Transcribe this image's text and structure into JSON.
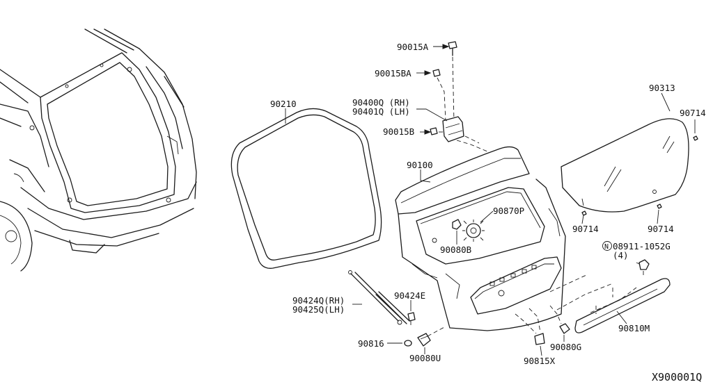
{
  "diagram_id": "X900001Q",
  "callouts": {
    "c90015A": "90015A",
    "c90015BA": "90015BA",
    "c90400Q": "90400Q (RH)",
    "c90401Q": "90401Q (LH)",
    "c90015B": "90015B",
    "c90210": "90210",
    "c90100": "90100",
    "c90870P": "90870P",
    "c90080B": "90080B",
    "c90313": "90313",
    "c90714_top": "90714",
    "c90714_left": "90714",
    "c90714_right": "90714",
    "c08911_symbol": "N",
    "c08911": "08911-1052G",
    "c08911_qty": "(4)",
    "c90424Q": "90424Q(RH)",
    "c90425Q": "90425Q(LH)",
    "c90424E": "90424E",
    "c90816": "90816",
    "c90080U": "90080U",
    "c90815X": "90815X",
    "c90080G": "90080G",
    "c90810M": "90810M"
  }
}
